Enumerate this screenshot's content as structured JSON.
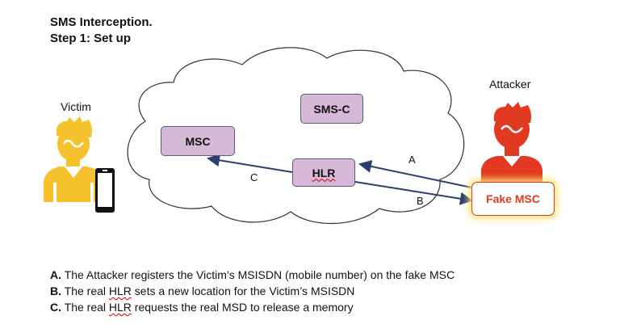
{
  "title": {
    "line1": "SMS Interception.",
    "line2": "Step 1: Set up"
  },
  "victim": {
    "label": "Victim"
  },
  "attacker": {
    "label": "Attacker"
  },
  "nodes": {
    "msc": "MSC",
    "smsc": "SMS-C",
    "hlr": "HLR",
    "fake_msc": "Fake MSC"
  },
  "arrows": {
    "a": "A",
    "b": "B",
    "c": "C"
  },
  "legend": [
    {
      "letter": "A.",
      "pre": " The Attacker registers the Victim’s MSISDN (mobile number) on the fake MSC",
      "hlr": "",
      "post": ""
    },
    {
      "letter": "B.",
      "pre": " The real ",
      "hlr": "HLR",
      "post": " sets a new location for the Victim’s MSISDN"
    },
    {
      "letter": "C.",
      "pre": " The real ",
      "hlr": "HLR",
      "post": " requests the real MSD to release a memory"
    }
  ],
  "colors": {
    "victim": "#f5c22e",
    "attacker": "#e23a22",
    "box_fill": "#d7b8d7",
    "arrow": "#2d3f6e"
  }
}
